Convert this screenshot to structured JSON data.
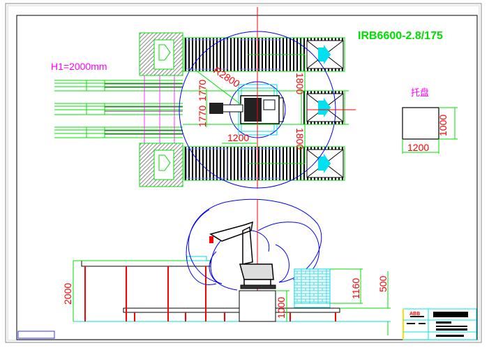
{
  "drawing": {
    "title": "IRB6600-2.8/175",
    "height_note": "H1=2000mm",
    "pallet_label": "托盘",
    "top_view_dims": {
      "reach_radius": "R2800",
      "row_spacing_1": "1770",
      "row_spacing_2": "1770",
      "base_offset": "1200",
      "conveyor_spacing_1": "1800",
      "conveyor_spacing_2": "1800"
    },
    "pallet_dims": {
      "width": "1200",
      "depth": "1000"
    },
    "side_view_dims": {
      "table_height": "2000",
      "pedestal_height": "1000",
      "stack_height": "1160",
      "platform_height": "500"
    },
    "title_block": {
      "logo": "ABB"
    }
  },
  "colors": {
    "dimension": "#ff0000",
    "outline": "#00e000",
    "workspace": "#0000ff",
    "label": "#ff00ff",
    "title": "#00e000"
  }
}
